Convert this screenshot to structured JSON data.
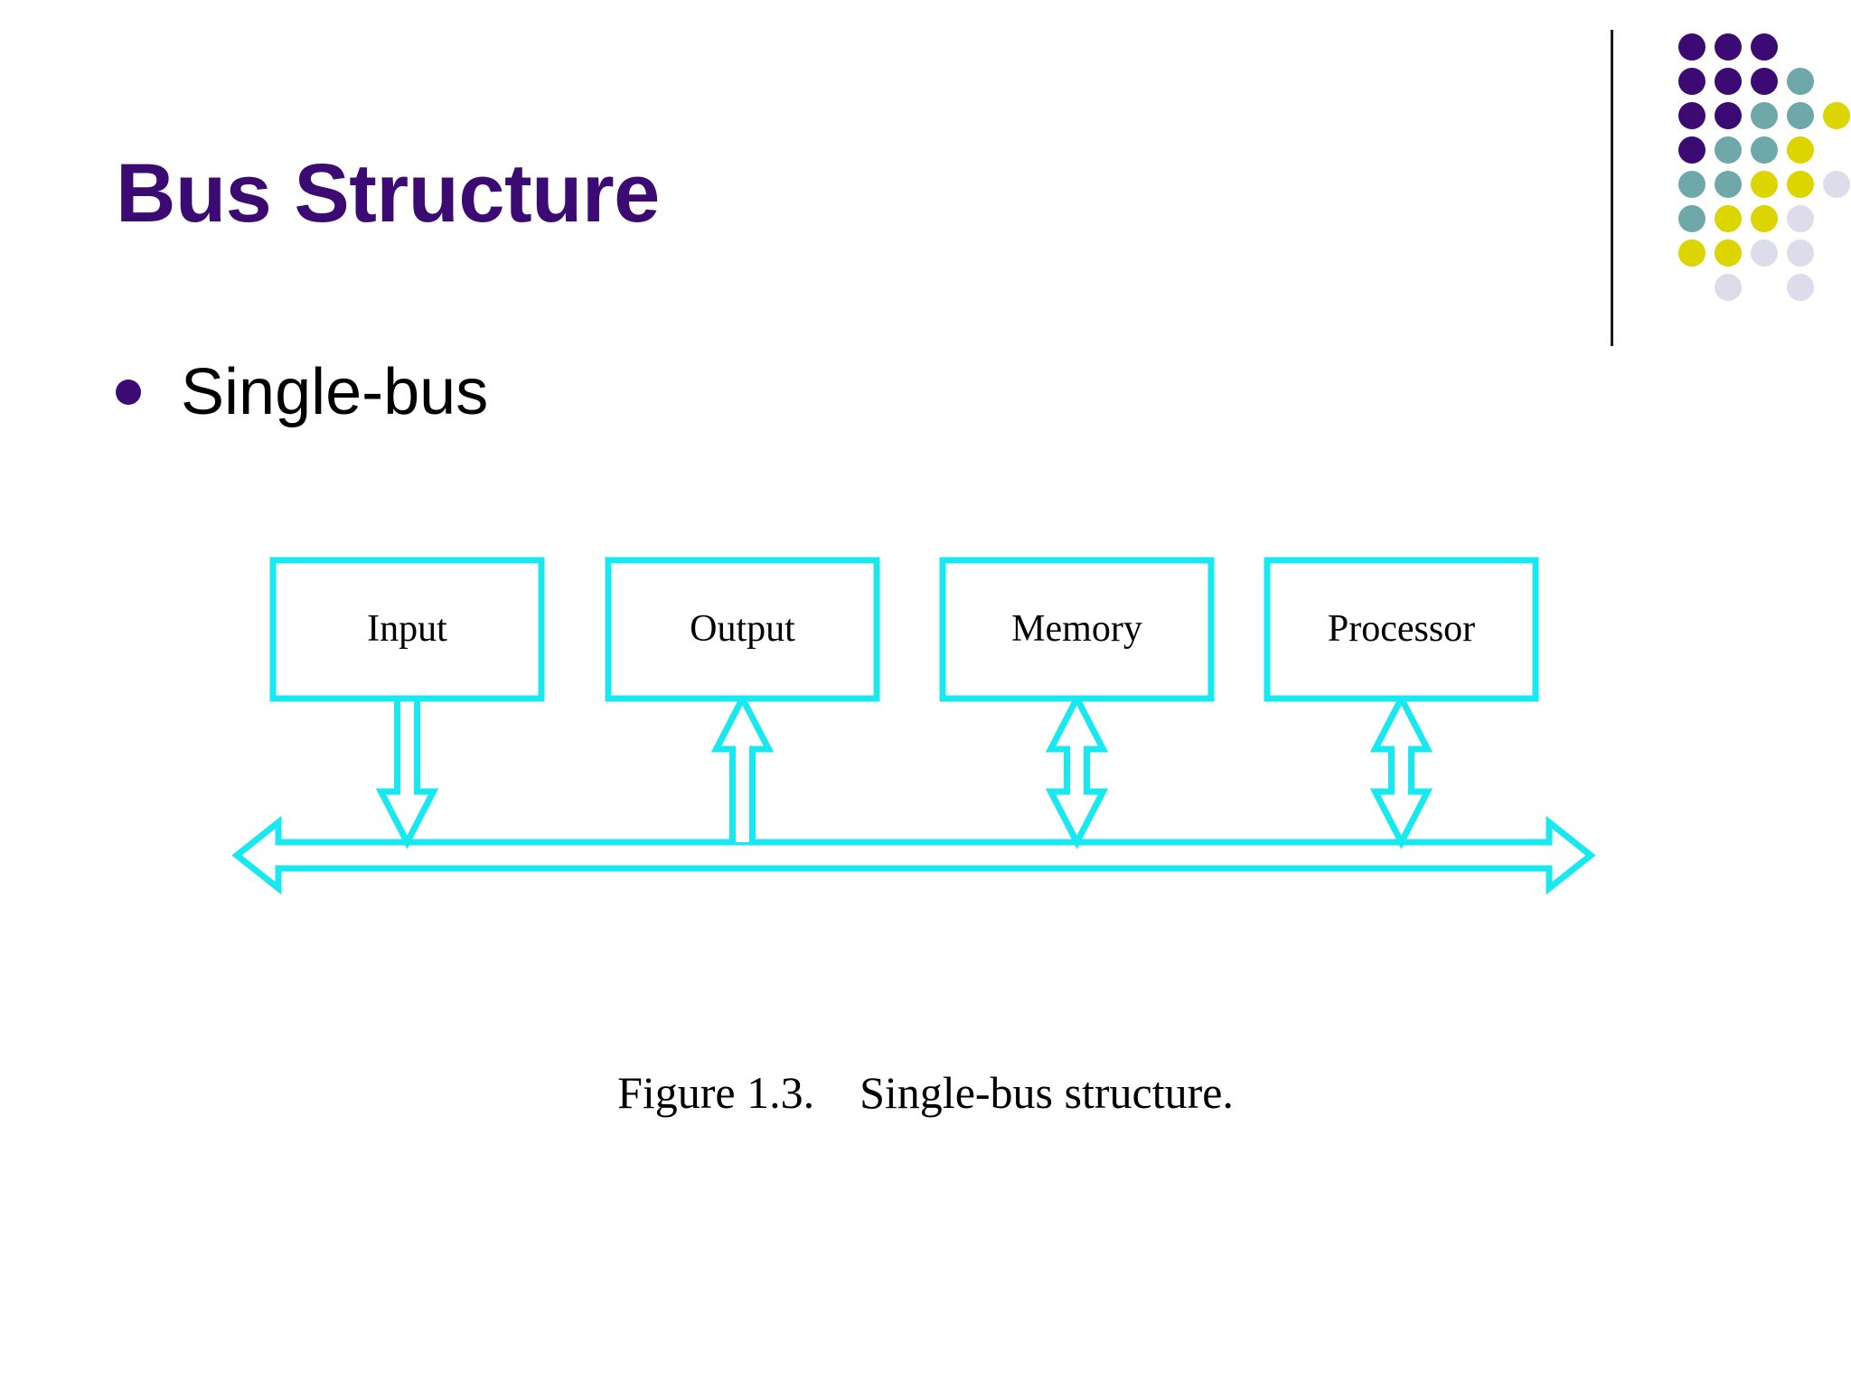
{
  "slide": {
    "title": "Bus Structure",
    "background_color": "#ffffff",
    "title_color": "#3B0A73"
  },
  "bullets": [
    {
      "label": "Single-bus",
      "bullet_glyph": "bullet-dot",
      "bullet_color": "#3B0A73"
    }
  ],
  "logo": {
    "name": "dot-grid-logo",
    "rule_color": "#1a1a24",
    "colors": {
      "purple": "#3B0A73",
      "teal": "#6FA8A8",
      "yellow": "#DCD500",
      "lavender": "#DDDCEA"
    },
    "grid": [
      [
        "purple",
        "purple",
        "purple",
        null,
        null
      ],
      [
        "purple",
        "purple",
        "purple",
        "teal",
        null
      ],
      [
        "purple",
        "purple",
        "teal",
        "teal",
        "yellow"
      ],
      [
        "purple",
        "teal",
        "teal",
        "yellow",
        null
      ],
      [
        "teal",
        "teal",
        "yellow",
        "yellow",
        "lavender"
      ],
      [
        "teal",
        "yellow",
        "yellow",
        "lavender",
        null
      ],
      [
        "yellow",
        "yellow",
        "lavender",
        "lavender",
        null
      ],
      [
        null,
        "lavender",
        null,
        "lavender",
        null
      ]
    ]
  },
  "diagram": {
    "name": "single-bus-structure-diagram",
    "stroke_color": "#18E8F0",
    "fill_color": "#ffffff",
    "nodes": [
      {
        "label": "Input",
        "connector": "down"
      },
      {
        "label": "Output",
        "connector": "up"
      },
      {
        "label": "Memory",
        "connector": "bidirectional"
      },
      {
        "label": "Processor",
        "connector": "bidirectional"
      }
    ],
    "bus": {
      "label": "",
      "direction": "bidirectional-horizontal"
    }
  },
  "caption": {
    "number": "Figure 1.3.",
    "text": "Single-bus structure.",
    "full": "Figure 1.3.    Single-bus structure."
  }
}
